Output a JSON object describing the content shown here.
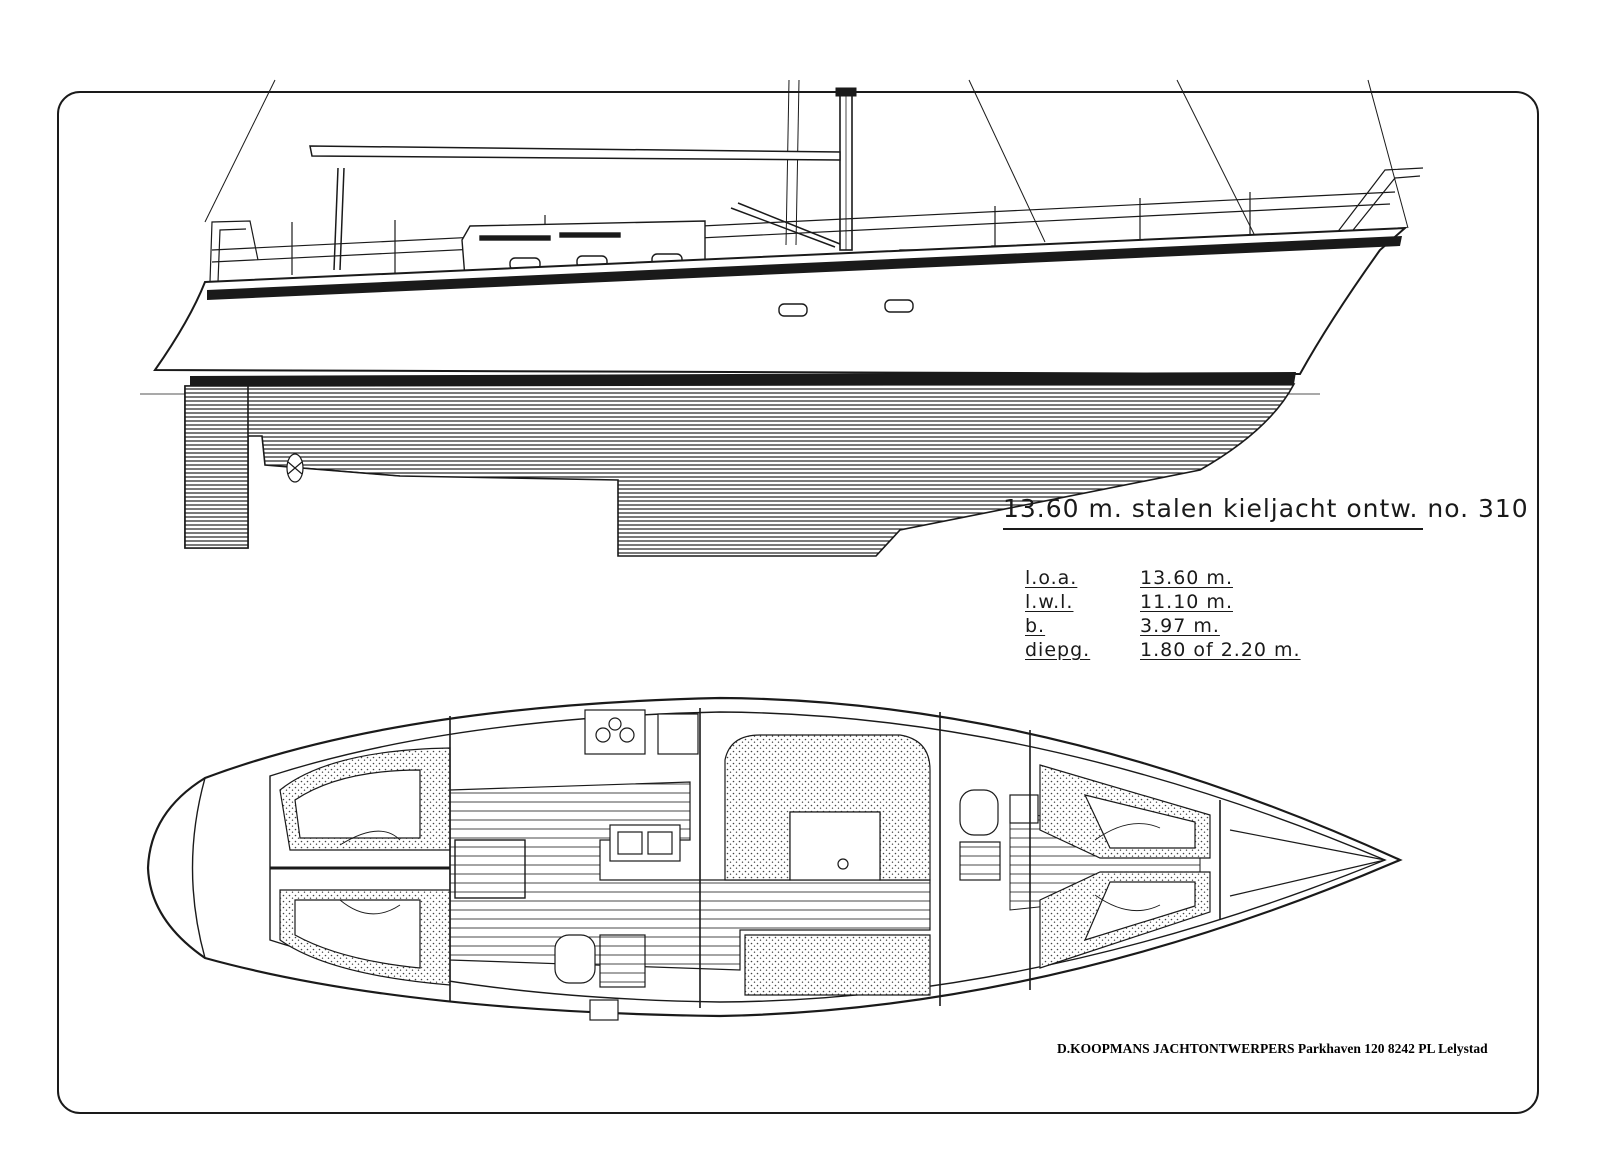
{
  "drawing": {
    "title": "13.60 m. stalen kieljacht ontw. no. 310",
    "specs": [
      {
        "label": "l.o.a.",
        "value": "13.60 m."
      },
      {
        "label": "l.w.l.",
        "value": "11.10 m."
      },
      {
        "label": "b.",
        "value": "3.97 m."
      },
      {
        "label": "diepg.",
        "value": "1.80 of 2.20 m."
      }
    ],
    "credit": "D.KOOPMANS JACHTONTWERPERS Parkhaven 120 8242 PL Lelystad"
  },
  "colors": {
    "ink": "#1a1a1a",
    "paper": "#ffffff",
    "stipple": "#555555"
  }
}
